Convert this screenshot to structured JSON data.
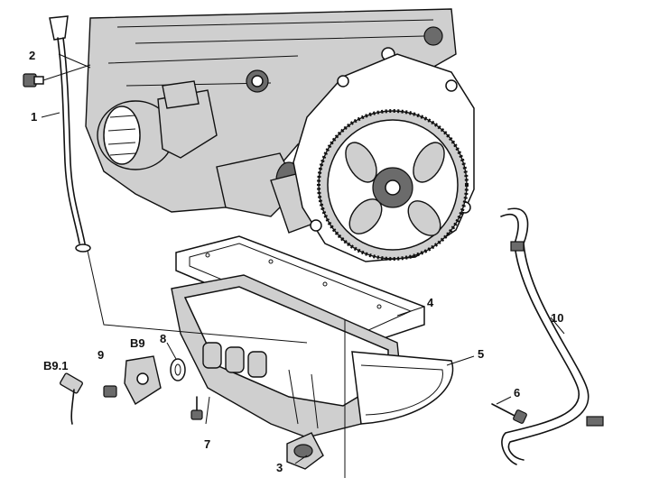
{
  "diagram": {
    "callouts": [
      {
        "id": "1",
        "text": "1"
      },
      {
        "id": "2",
        "text": "2"
      },
      {
        "id": "3",
        "text": "3"
      },
      {
        "id": "4",
        "text": "4"
      },
      {
        "id": "5",
        "text": "5"
      },
      {
        "id": "6",
        "text": "6"
      },
      {
        "id": "7",
        "text": "7"
      },
      {
        "id": "8",
        "text": "8"
      },
      {
        "id": "9",
        "text": "9"
      },
      {
        "id": "10",
        "text": "10"
      },
      {
        "id": "B9",
        "text": "B9"
      },
      {
        "id": "B9.1",
        "text": "B9.1"
      }
    ]
  }
}
